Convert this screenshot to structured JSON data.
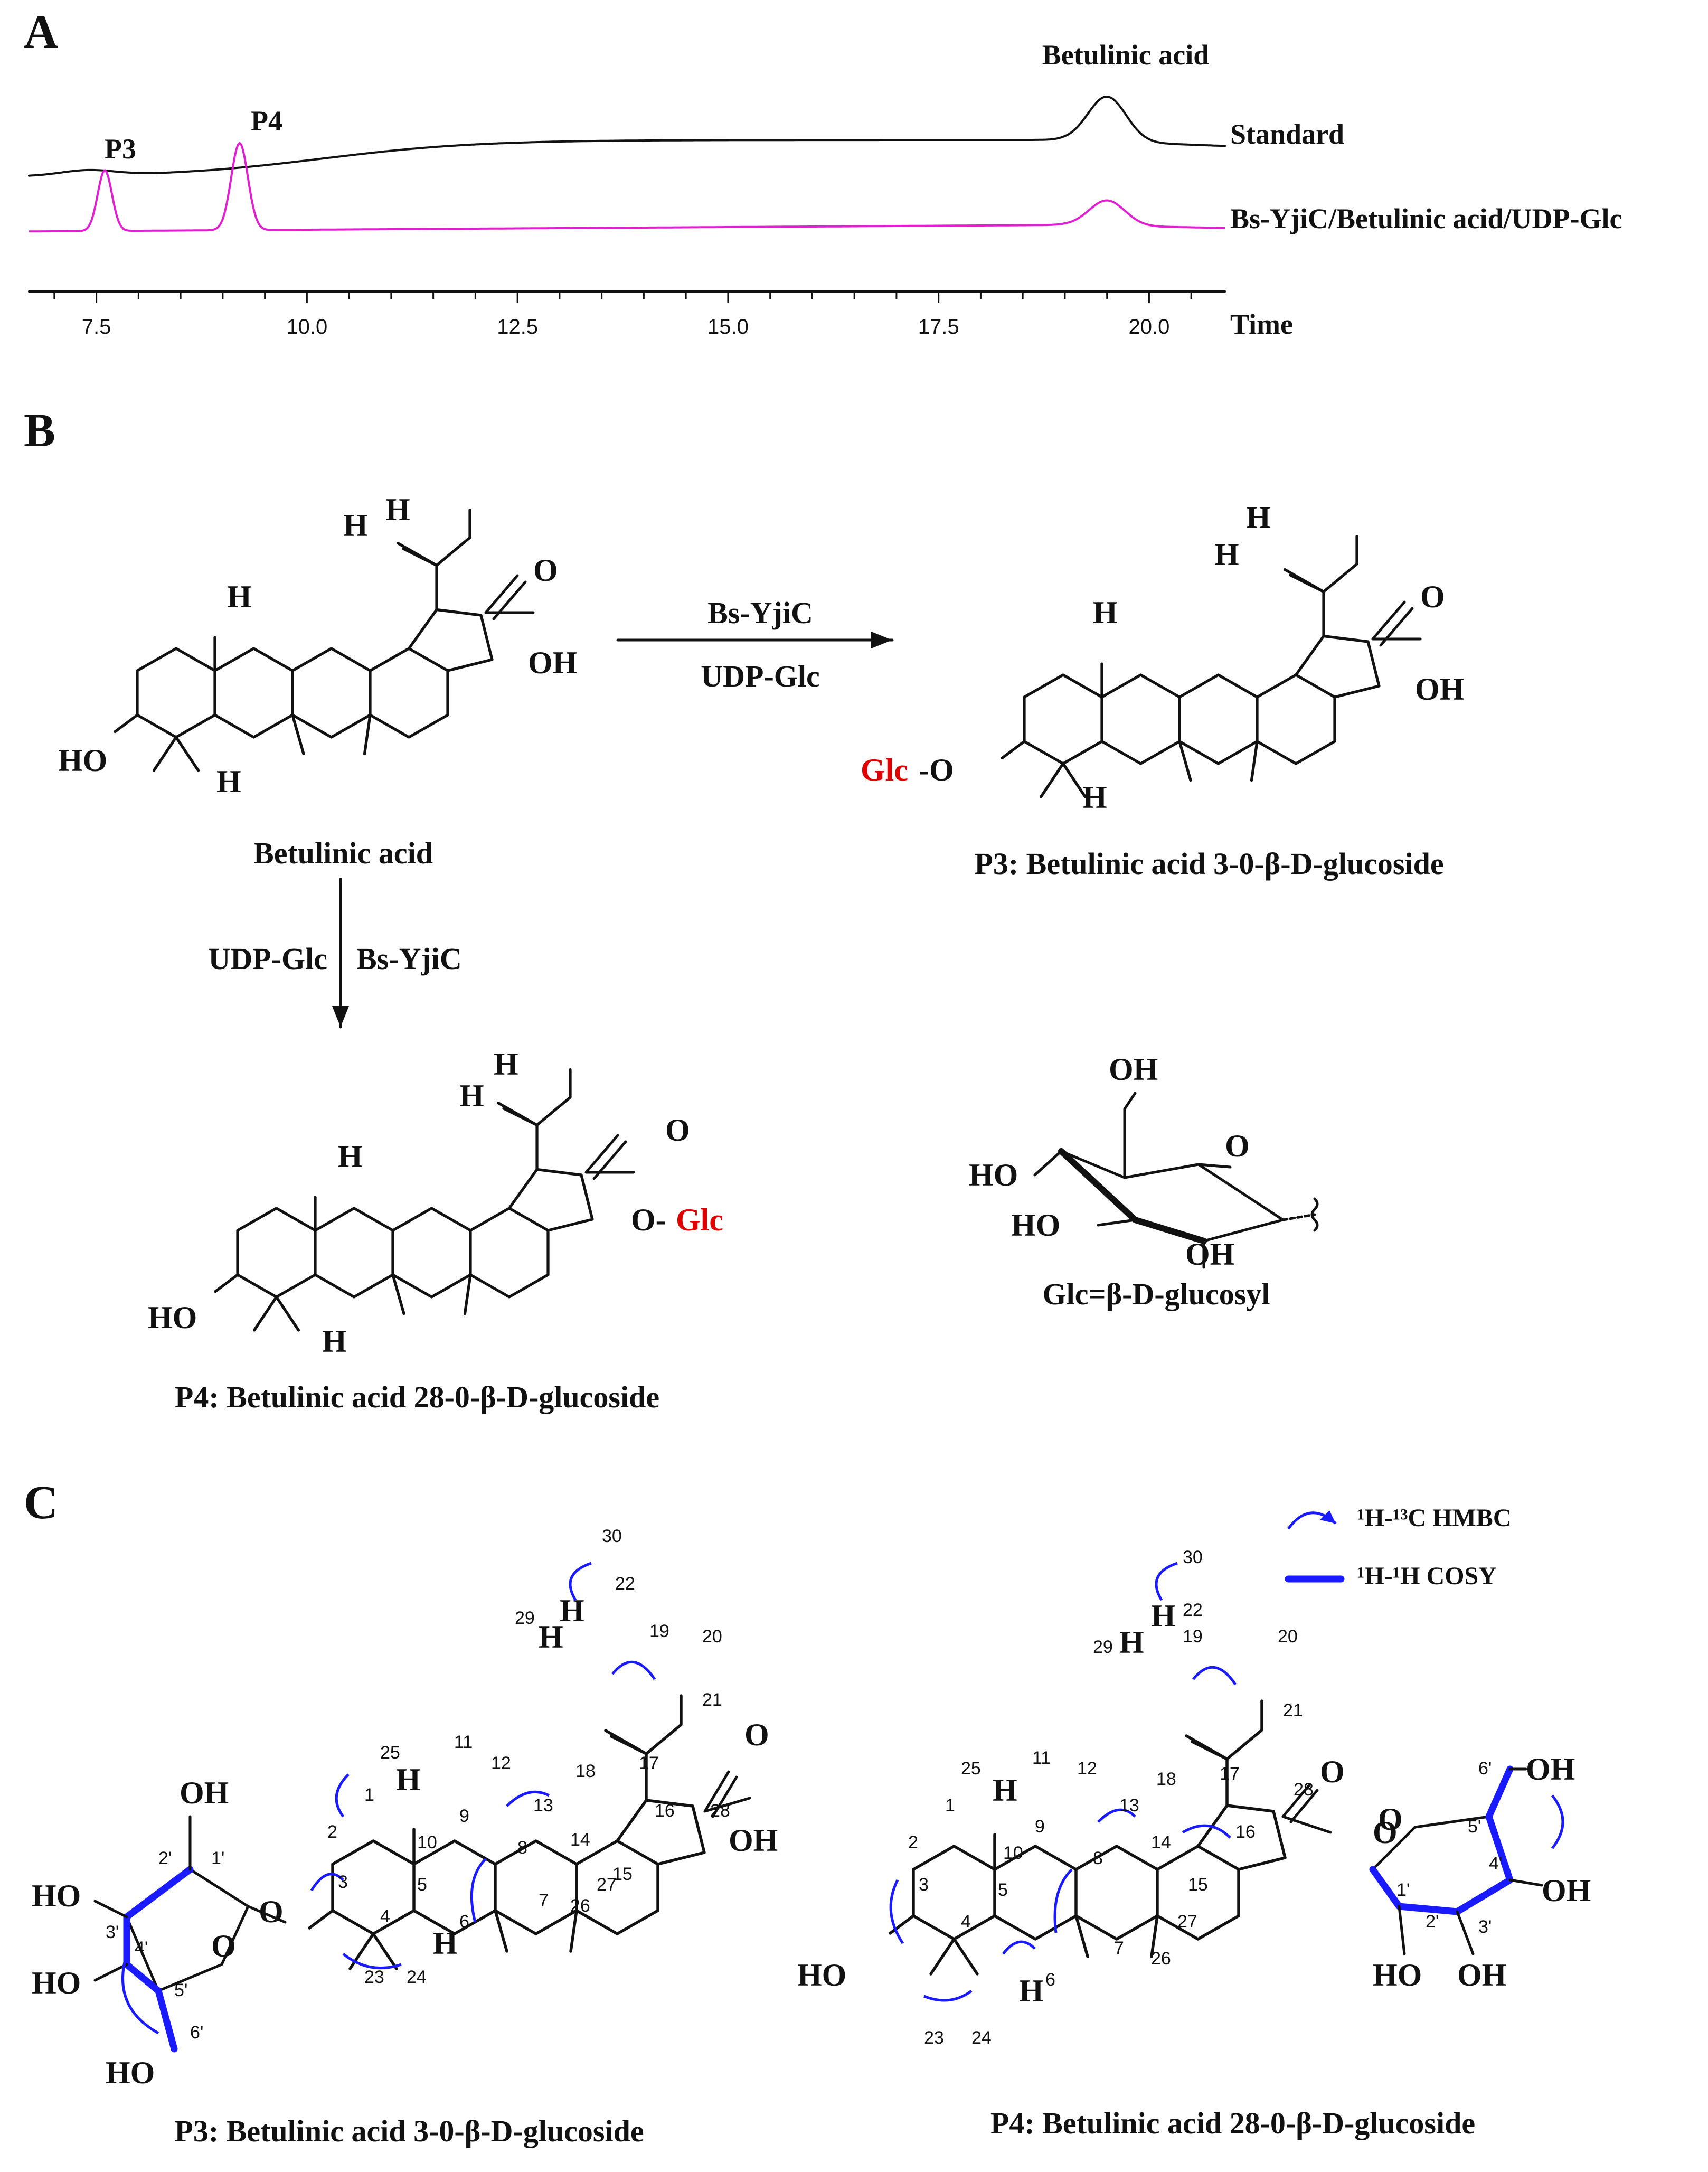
{
  "panels": {
    "a": "A",
    "b": "B",
    "c": "C"
  },
  "panel_a": {
    "peak_labels": {
      "p3": "P3",
      "p4": "P4",
      "betulinic": "Betulinic acid"
    },
    "trace_labels": {
      "standard": "Standard",
      "reaction": "Bs-YjiC/Betulinic acid/UDP-Glc"
    },
    "axis_label": "Time",
    "trace_colors": {
      "standard": "#1a1a1a",
      "reaction": "#e020d0"
    }
  },
  "chart_data": {
    "type": "line",
    "xlabel": "Time",
    "ylabel": "",
    "xlim": [
      6.7,
      20.9
    ],
    "ticks": [
      "7.5",
      "10.0",
      "12.5",
      "15.0",
      "17.5",
      "20.0"
    ],
    "series": [
      {
        "name": "Standard",
        "peaks": [
          {
            "label": "Betulinic acid",
            "x": 19.5
          }
        ]
      },
      {
        "name": "Bs-YjiC/Betulinic acid/UDP-Glc",
        "peaks": [
          {
            "label": "P3",
            "x": 7.6
          },
          {
            "label": "P4",
            "x": 9.2
          },
          {
            "label": "Betulinic acid",
            "x": 19.5
          }
        ]
      }
    ]
  },
  "panel_b": {
    "substrate": "Betulinic acid",
    "enzyme": "Bs-YjiC",
    "donor": "UDP-Glc",
    "p3_name": "P3: Betulinic acid  3-0-β-D-glucoside",
    "p4_name": "P4: Betulinic acid  28-0-β-D-glucoside",
    "glc_def": "Glc=β-D-glucosyl",
    "glc": "Glc",
    "glc_o": "Glc-O",
    "o_glc": "O-Glc",
    "atoms": {
      "H": "H",
      "O": "O",
      "OH": "OH",
      "HO": "HO",
      "O_dash": "O-",
      "dash_O": "-O"
    },
    "glc_color": "#e00000"
  },
  "panel_c": {
    "legend": {
      "hmbc": "¹H-¹³C HMBC",
      "cosy": "¹H-¹H COSY"
    },
    "p3_caption": "P3: Betulinic acid  3-0-β-D-glucoside",
    "p4_caption": "P4: Betulinic acid  28-0-β-D-glucoside",
    "carbon_numbers": [
      "1",
      "2",
      "3",
      "4",
      "5",
      "6",
      "7",
      "8",
      "9",
      "10",
      "11",
      "12",
      "13",
      "14",
      "15",
      "16",
      "17",
      "18",
      "19",
      "20",
      "21",
      "22",
      "23",
      "24",
      "25",
      "26",
      "27",
      "28",
      "29",
      "30"
    ],
    "sugar_numbers": [
      "1'",
      "2'",
      "3'",
      "4'",
      "5'",
      "6'"
    ],
    "correlation_color": "#1a1aff"
  }
}
